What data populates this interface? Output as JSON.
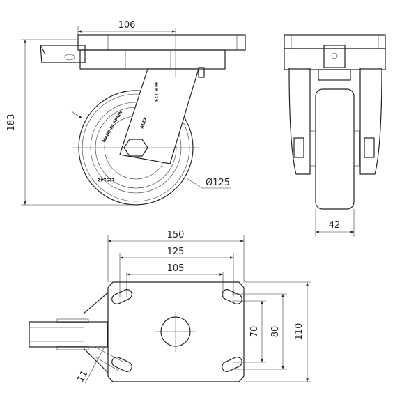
{
  "dimensions": {
    "offset": "106",
    "height": "183",
    "wheel_diameter": "Ø125",
    "wheel_width": "42",
    "plate_length": "150",
    "hole_spacing_long_outer": "125",
    "hole_spacing_long_inner": "105",
    "hole_spacing_short_inner": "70",
    "hole_spacing_short_outer": "80",
    "plate_width": "110",
    "slot_width": "11"
  },
  "markings": {
    "made_in": "MADE IN SPAIN",
    "wheel_size": "125x42",
    "fork_code": "HLB 125",
    "brand": "ALEX"
  },
  "colors": {
    "line": "#222222",
    "background": "#ffffff"
  }
}
